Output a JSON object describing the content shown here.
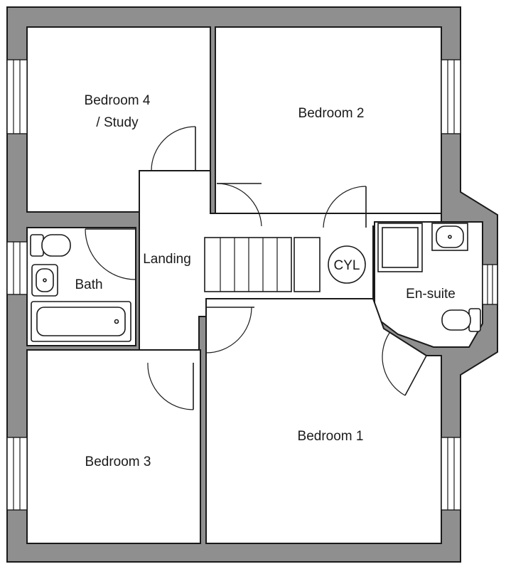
{
  "rooms": {
    "bedroom4_line1": "Bedroom 4",
    "bedroom4_line2": "/ Study",
    "bedroom2": "Bedroom 2",
    "landing": "Landing",
    "bath": "Bath",
    "cylinder": "CYL",
    "ensuite": "En-suite",
    "bedroom3": "Bedroom 3",
    "bedroom1": "Bedroom 1"
  },
  "colors": {
    "wall": "#8f8f8f",
    "line": "#1a1a1a",
    "floor": "#ffffff"
  }
}
